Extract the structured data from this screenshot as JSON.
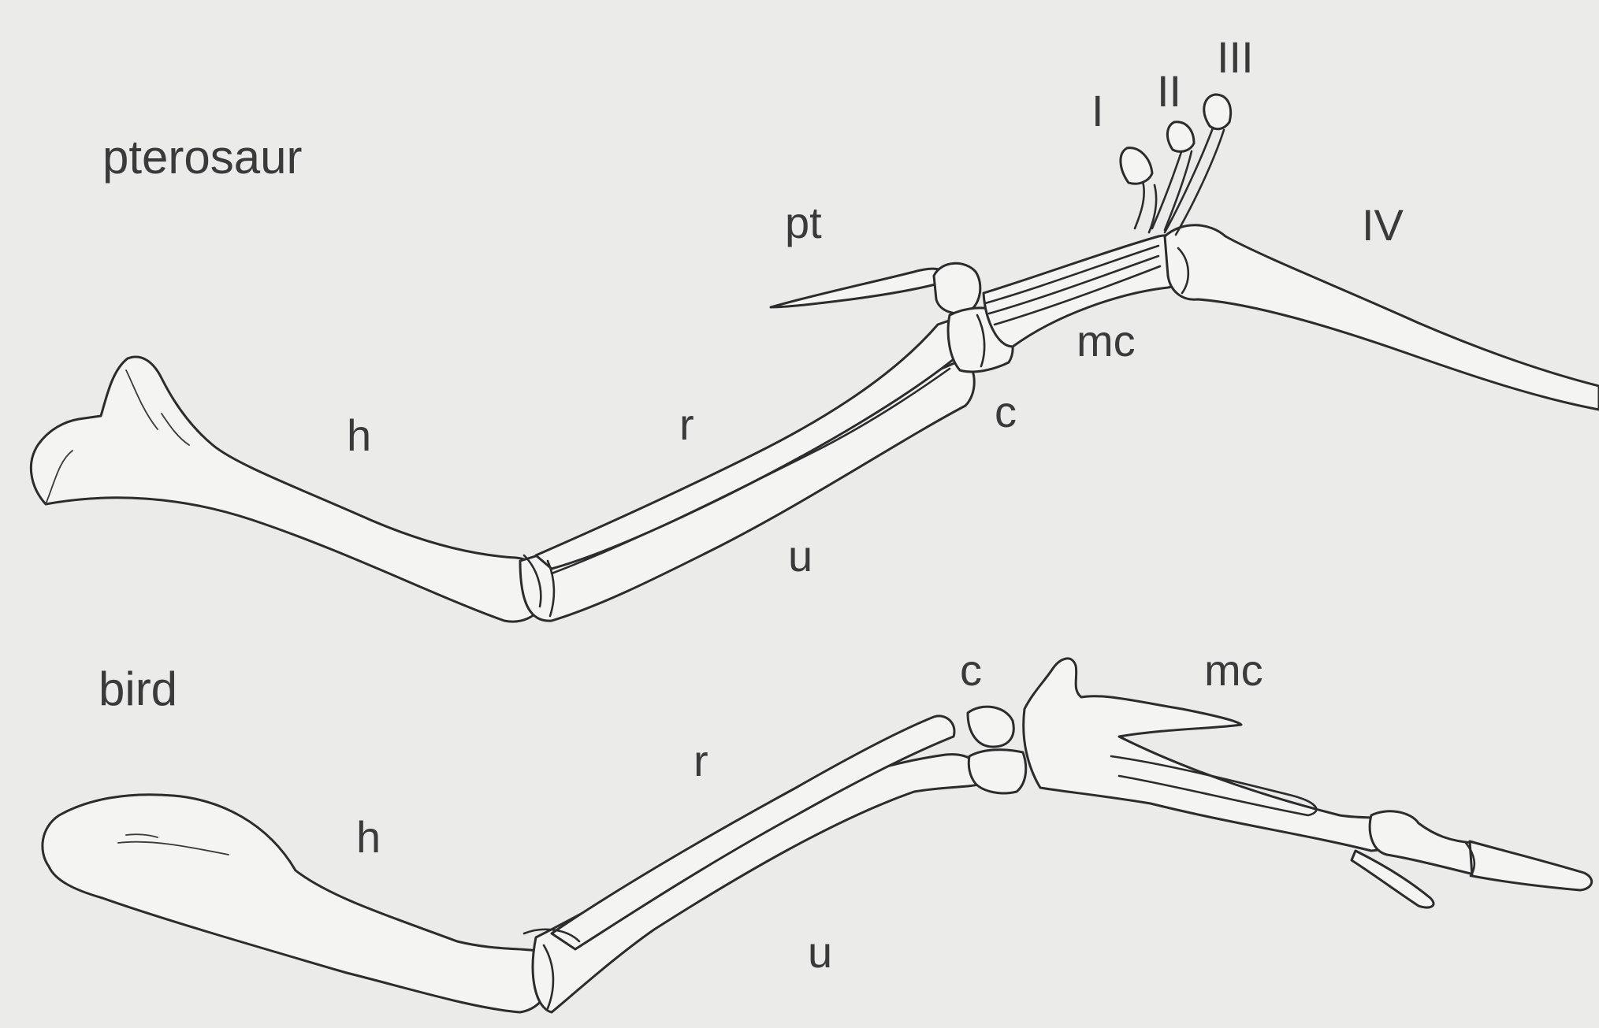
{
  "pterosaur": {
    "title": "pterosaur",
    "labels": {
      "humerus": "h",
      "radius": "r",
      "ulna": "u",
      "pteroid": "pt",
      "carpals": "c",
      "metacarpal": "mc",
      "digit1": "I",
      "digit2": "II",
      "digit3": "III",
      "digit4": "IV"
    }
  },
  "bird": {
    "title": "bird",
    "labels": {
      "humerus": "h",
      "radius": "r",
      "ulna": "u",
      "carpals": "c",
      "metacarpal": "mc"
    }
  }
}
